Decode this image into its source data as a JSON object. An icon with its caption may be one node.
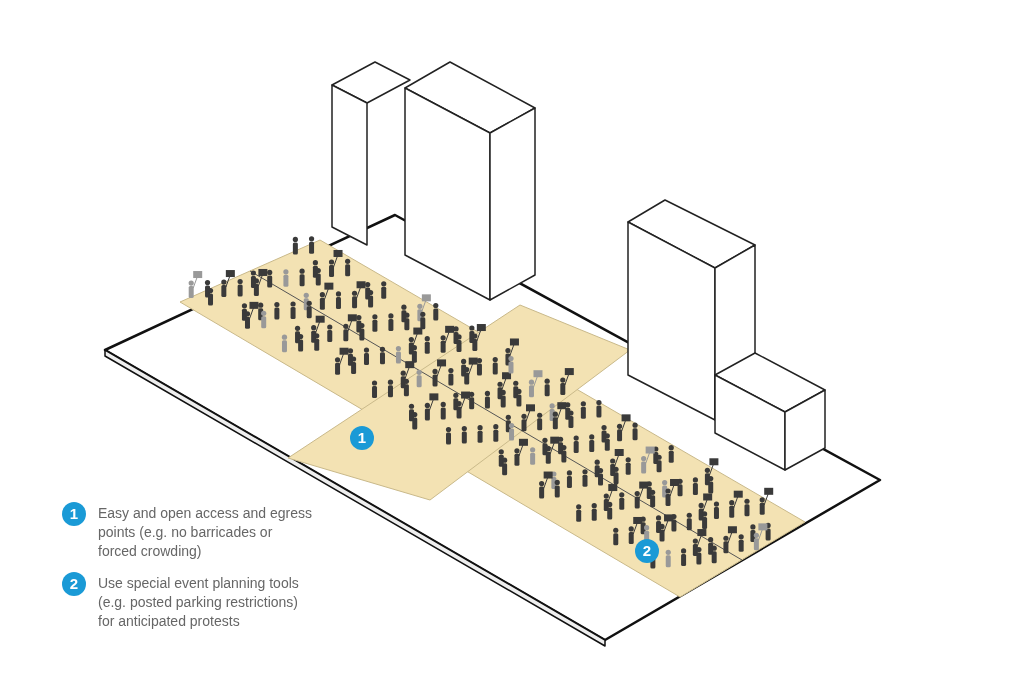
{
  "diagram": {
    "labels": [
      "1",
      "2",
      "1",
      "2"
    ],
    "legend": [
      {
        "text": "Easy and open access and egress points (e.g. no barricades or forced crowding)"
      },
      {
        "text": "Use special event planning tools (e.g. posted parking restrictions) for anticipated protests"
      }
    ]
  }
}
